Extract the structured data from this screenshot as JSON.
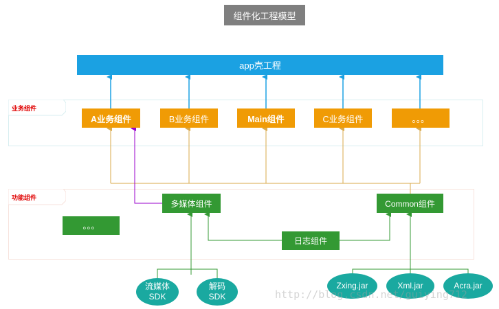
{
  "title": "组件化工程模型",
  "app_shell": "app壳工程",
  "regions": {
    "business": "业务组件",
    "function": "功能组件"
  },
  "business_components": [
    "A业务组件",
    "B业务组件",
    "Main组件",
    "C业务组件",
    "。。。"
  ],
  "function_components": {
    "multimedia": "多媒体组件",
    "common": "Common组件",
    "log": "日志组件",
    "more": "。。。"
  },
  "sdks": {
    "streaming": [
      "流媒体",
      "SDK"
    ],
    "codec": [
      "解码",
      "SDK"
    ],
    "zxing": "Zxing.jar",
    "xml": "Xml.jar",
    "acra": "Acra.jar"
  },
  "watermark": "http://blog.csdn.net/guiying712",
  "colors": {
    "app": "#1ba1e2",
    "business": "#f09b05",
    "function": "#339933",
    "sdk": "#1aa9a0",
    "title": "#7f7f7f",
    "arrow_blue": "#1ba1e2",
    "arrow_orange": "#d8a84a",
    "arrow_green": "#339933",
    "arrow_purple": "#9900cc"
  }
}
